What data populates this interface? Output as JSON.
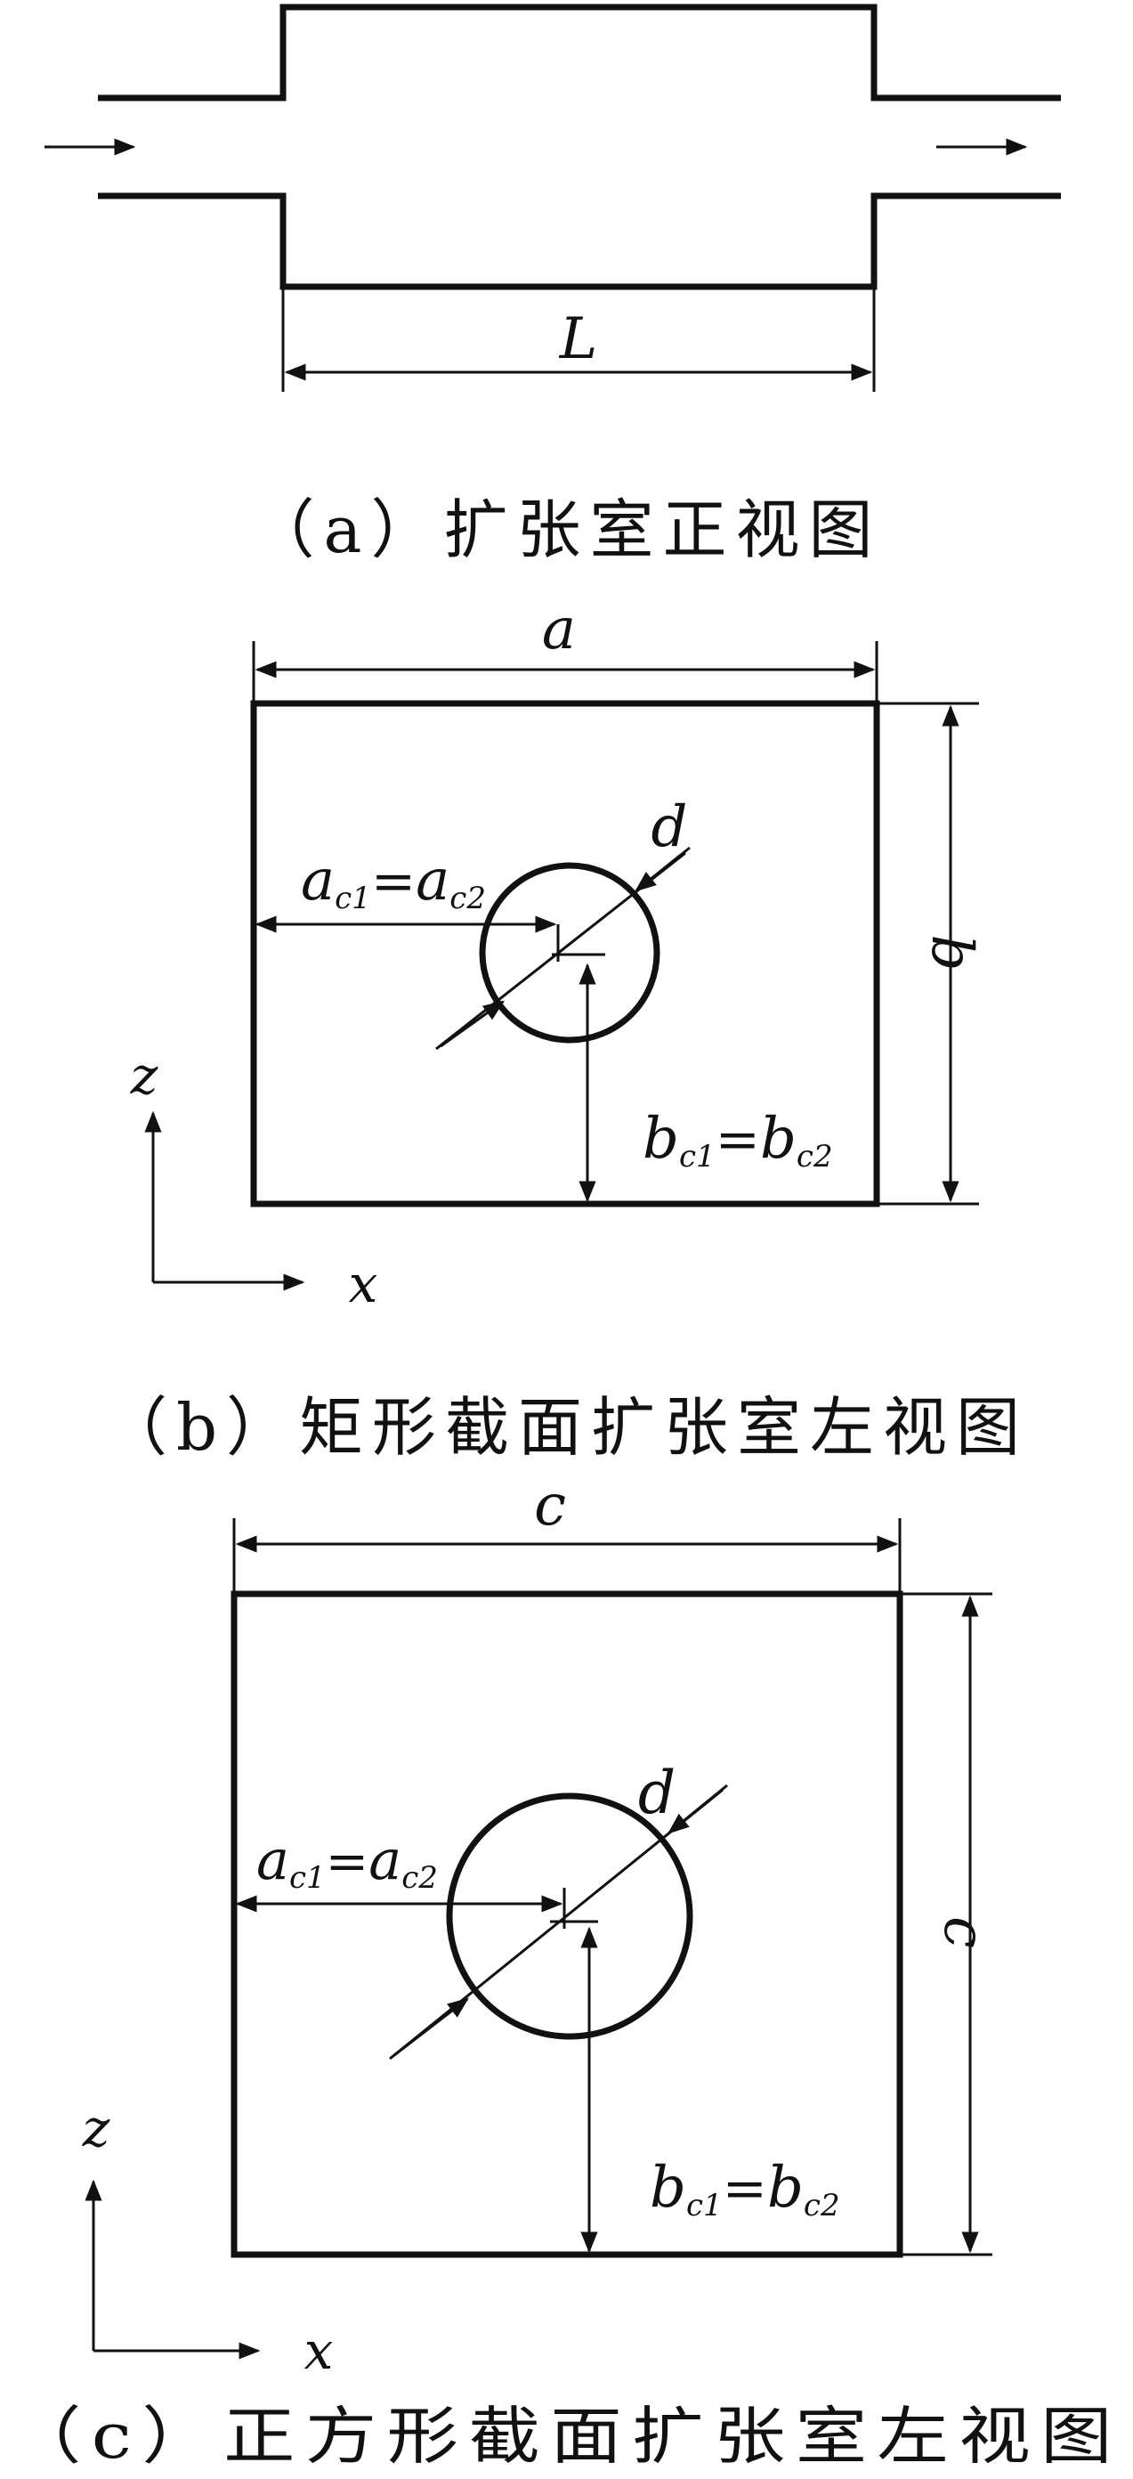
{
  "panel_a": {
    "caption": "（a）扩张室正视图",
    "length_label": "L"
  },
  "panel_b": {
    "caption": "（b）矩形截面扩张室左视图",
    "width_label": "a",
    "height_label": "b",
    "diameter_label": "d",
    "ac_left": "a",
    "ac_left_sub": "c1",
    "ac_eq": "=",
    "ac_right": "a",
    "ac_right_sub": "c2",
    "bc_left": "b",
    "bc_left_sub": "c1",
    "bc_eq": "=",
    "bc_right": "b",
    "bc_right_sub": "c2",
    "axis_z": "z",
    "axis_x": "x"
  },
  "panel_c": {
    "caption": "（c）正方形截面扩张室左视图",
    "width_label": "c",
    "height_label": "c",
    "diameter_label": "d",
    "ac_left": "a",
    "ac_left_sub": "c1",
    "ac_eq": "=",
    "ac_right": "a",
    "ac_right_sub": "c2",
    "bc_left": "b",
    "bc_left_sub": "c1",
    "bc_eq": "=",
    "bc_right": "b",
    "bc_right_sub": "c2",
    "axis_z": "z",
    "axis_x": "x"
  }
}
